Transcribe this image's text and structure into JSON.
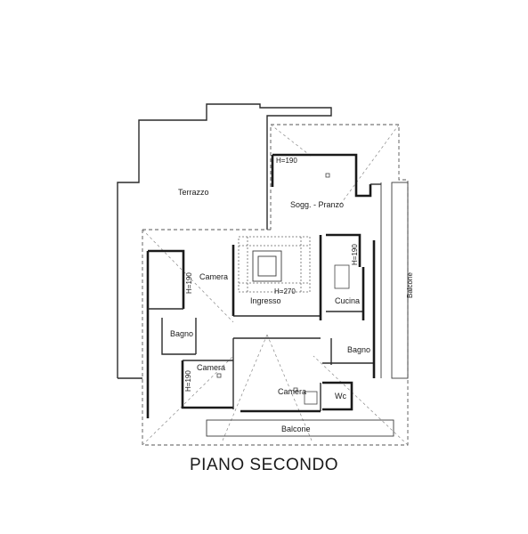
{
  "plan": {
    "rooms": {
      "terrazzo": "Terrazzo",
      "soggiorno_pranzo": "Sogg. - Pranzo",
      "camera_left": "Camera",
      "ingresso": "Ingresso",
      "cucina": "Cucina",
      "bagno_left": "Bagno",
      "bagno_right": "Bagno",
      "camera_bottom_left": "Camera",
      "camera_center": "Camera",
      "wc": "Wc",
      "balcone_bottom": "Balcone",
      "balcone_right": "Balcone"
    },
    "heights": {
      "h_soggiorno": "H=190",
      "h_ingresso": "H=270",
      "h_camera_left": "H=190",
      "h_cucina": "H=190",
      "h_camera_bottom": "H=190"
    }
  },
  "caption": "PIANO SECONDO"
}
